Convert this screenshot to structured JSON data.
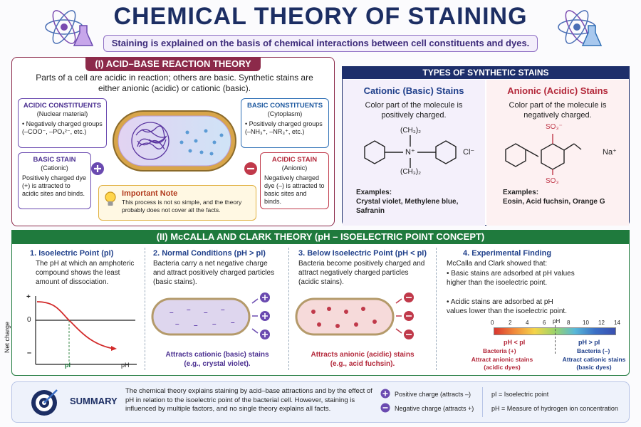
{
  "title": "CHEMICAL THEORY OF STAINING",
  "subtitle": "Staining is explained on the basis of chemical interactions between cell constituents and dyes.",
  "section1": {
    "heading": "(I)  ACID–BASE REACTION THEORY",
    "intro": "Parts of a cell are acidic in reaction; others are basic. Synthetic stains are either anionic (acidic) or cationic (basic).",
    "acidic_constituents": {
      "title": "ACIDIC CONSTITUENTS",
      "sub": "(Nuclear material)",
      "text": "• Negatively charged groups (–COO⁻, –PO₄²⁻, etc.)"
    },
    "basic_constituents": {
      "title": "BASIC CONSTITUENTS",
      "sub": "(Cytoplasm)",
      "text": "• Positively charged groups (–NH₃⁺, –NR₃⁺, etc.)"
    },
    "basic_stain": {
      "title": "BASIC STAIN",
      "sub": "(Cationic)",
      "text": "Positively charged dye (+) is attracted to acidic sites and binds."
    },
    "acidic_stain": {
      "title": "ACIDIC STAIN",
      "sub": "(Anionic)",
      "text": "Negatively charged dye (–) is attracted to basic sites and binds."
    },
    "note": {
      "title": "Important Note",
      "text": "This process is not so simple, and the theory probably does not cover all the facts."
    }
  },
  "section2": {
    "heading": "TYPES OF SYNTHETIC STAINS",
    "cationic": {
      "title": "Cationic (Basic) Stains",
      "desc": "Color part of the molecule is positively charged.",
      "group_top": "(CH₃)₂",
      "group_bottom": "(CH₃)₂",
      "atom": "N⁺",
      "counter_ion": "Cl⁻",
      "examples_label": "Examples:",
      "examples": "Crystal violet, Methylene blue, Safranin"
    },
    "anionic": {
      "title": "Anionic (Acidic) Stains",
      "desc": "Color part of the molecule is negatively charged.",
      "group_top": "SO₃⁻",
      "group_bottom": "SO₃",
      "counter_ion": "Na⁺",
      "examples_label": "Examples:",
      "examples": "Eosin, Acid fuchsin, Orange G"
    }
  },
  "section3": {
    "heading": "(II)  McCALLA AND CLARK THEORY (pH – ISOELECTRIC POINT CONCEPT)",
    "p1": {
      "title": "1. Isoelectric Point (pI)",
      "text": "The pH at which an amphoteric compound shows the least amount of dissociation.",
      "ylabel": "Net charge",
      "xlabel": "pH",
      "marker": "pI",
      "plus": "+",
      "zero": "0",
      "minus": "–"
    },
    "p2": {
      "title": "2. Normal Conditions (pH > pI)",
      "text": "Bacteria carry a net negative charge and attract positively charged particles (basic stains).",
      "caption": "Attracts cationic (basic) stains (e.g., crystal violet)."
    },
    "p3": {
      "title": "3. Below Isoelectric Point (pH < pI)",
      "text": "Bacteria become positively charged and attract negatively charged particles (acidic stains).",
      "caption": "Attracts anionic (acidic) stains (e.g., acid fuchsin)."
    },
    "p4": {
      "title": "4. Experimental Finding",
      "intro": "McCalla and Clark showed that:",
      "b1": "• Basic stains are adsorbed at pH values higher than the isoelectric point.",
      "b2": "• Acidic stains are adsorbed at pH values lower than the isoelectric point.",
      "scale_ticks": [
        "0",
        "2",
        "4",
        "6",
        "8",
        "10",
        "12",
        "14"
      ],
      "scale_marker": "pH",
      "left_label": "pH < pI",
      "left_sub": "Bacteria (+)",
      "left_cap": "Attract anionic stains (acidic dyes)",
      "right_label": "pH > pI",
      "right_sub": "Bacteria (–)",
      "right_cap": "Attract cationic stains (basic dyes)"
    }
  },
  "summary": {
    "title": "SUMMARY",
    "text": "The chemical theory explains staining by acid–base attractions and by the effect of pH in relation to the isoelectric point of the bacterial cell. However, staining is influenced by multiple factors, and no single theory explains all facts.",
    "legend_pos": "Positive charge (attracts –)",
    "legend_neg": "Negative charge (attracts +)",
    "def_pi": "pI = Isoelectric point",
    "def_ph": "pH = Measure of hydrogen ion concentration"
  },
  "colors": {
    "navy": "#1c2e63",
    "maroon": "#8c2a4a",
    "green": "#1f7a3d",
    "purple": "#4a2f90",
    "red": "#b3283a"
  }
}
